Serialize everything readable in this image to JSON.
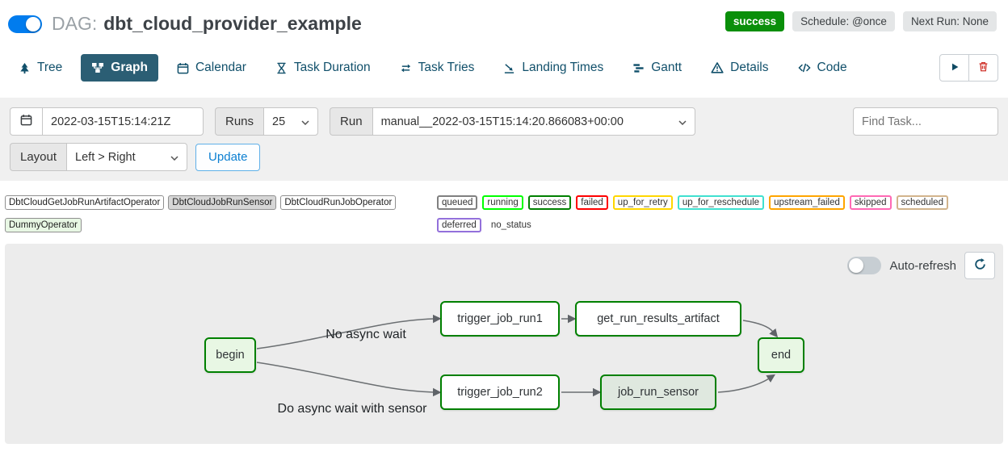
{
  "header": {
    "dag_label": "DAG:",
    "dag_name": "dbt_cloud_provider_example",
    "dag_enabled": true,
    "status_badge": "success",
    "schedule_badge": "Schedule: @once",
    "next_run_badge": "Next Run: None"
  },
  "colors": {
    "accent_blue": "#017cee",
    "active_tab_bg": "#2b5e74",
    "success_badge_bg": "#0a8f0a",
    "node_border_success": "#008000",
    "filter_bar_bg": "#f0f0f0",
    "graph_bg": "#ececec"
  },
  "tabs": [
    {
      "label": "Tree",
      "icon": "tree-icon",
      "active": false
    },
    {
      "label": "Graph",
      "icon": "graph-icon",
      "active": true
    },
    {
      "label": "Calendar",
      "icon": "calendar-icon",
      "active": false
    },
    {
      "label": "Task Duration",
      "icon": "hourglass-icon",
      "active": false
    },
    {
      "label": "Task Tries",
      "icon": "repeat-icon",
      "active": false
    },
    {
      "label": "Landing Times",
      "icon": "landing-icon",
      "active": false
    },
    {
      "label": "Gantt",
      "icon": "gantt-icon",
      "active": false
    },
    {
      "label": "Details",
      "icon": "warning-triangle-icon",
      "active": false
    },
    {
      "label": "Code",
      "icon": "code-icon",
      "active": false
    }
  ],
  "actions": {
    "trigger_icon": "play-icon",
    "delete_icon": "trash-icon"
  },
  "toolbar": {
    "calendar_icon": "calendar-icon",
    "base_date_value": "2022-03-15T15:14:21Z",
    "runs_label": "Runs",
    "runs_value": "25",
    "run_label": "Run",
    "run_value": "manual__2022-03-15T15:14:20.866083+00:00",
    "find_task_placeholder": "Find Task...",
    "layout_label": "Layout",
    "layout_value": "Left > Right",
    "update_button": "Update"
  },
  "legend": {
    "operators": [
      {
        "label": "DbtCloudGetJobRunArtifactOperator",
        "bg": "#ffffff"
      },
      {
        "label": "DbtCloudJobRunSensor",
        "bg": "#d6d6d6"
      },
      {
        "label": "DbtCloudRunJobOperator",
        "bg": "#ffffff"
      },
      {
        "label": "DummyOperator",
        "bg": "#e8f7e4"
      }
    ],
    "statuses": [
      {
        "label": "queued",
        "color": "#808080"
      },
      {
        "label": "running",
        "color": "#00ff00"
      },
      {
        "label": "success",
        "color": "#008000"
      },
      {
        "label": "failed",
        "color": "#ff0000"
      },
      {
        "label": "up_for_retry",
        "color": "#ffd700"
      },
      {
        "label": "up_for_reschedule",
        "color": "#40e0d0"
      },
      {
        "label": "upstream_failed",
        "color": "#ffa500"
      },
      {
        "label": "skipped",
        "color": "#ff69b4"
      },
      {
        "label": "scheduled",
        "color": "#d2b48c"
      },
      {
        "label": "deferred",
        "color": "#9370db"
      },
      {
        "label": "no_status",
        "color": "transparent"
      }
    ]
  },
  "graph": {
    "auto_refresh_label": "Auto-refresh",
    "auto_refresh_on": false,
    "refresh_icon": "refresh-icon",
    "nodes": [
      {
        "id": "begin",
        "label": "begin",
        "state": "success",
        "fill": "#e8f7e4"
      },
      {
        "id": "trigger_job_run1",
        "label": "trigger_job_run1",
        "state": "success",
        "fill": "#ffffff"
      },
      {
        "id": "get_run_results_artifact",
        "label": "get_run_results_artifact",
        "state": "success",
        "fill": "#ffffff"
      },
      {
        "id": "trigger_job_run2",
        "label": "trigger_job_run2",
        "state": "success",
        "fill": "#ffffff"
      },
      {
        "id": "job_run_sensor",
        "label": "job_run_sensor",
        "state": "success",
        "fill": "#dfe8df"
      },
      {
        "id": "end",
        "label": "end",
        "state": "success",
        "fill": "#e8f7e4"
      }
    ],
    "edges": [
      {
        "from": "begin",
        "to": "trigger_job_run1",
        "label": "No async wait"
      },
      {
        "from": "begin",
        "to": "trigger_job_run2",
        "label": "Do async wait with sensor"
      },
      {
        "from": "trigger_job_run1",
        "to": "get_run_results_artifact",
        "label": ""
      },
      {
        "from": "trigger_job_run2",
        "to": "job_run_sensor",
        "label": ""
      },
      {
        "from": "get_run_results_artifact",
        "to": "end",
        "label": ""
      },
      {
        "from": "job_run_sensor",
        "to": "end",
        "label": ""
      }
    ]
  }
}
